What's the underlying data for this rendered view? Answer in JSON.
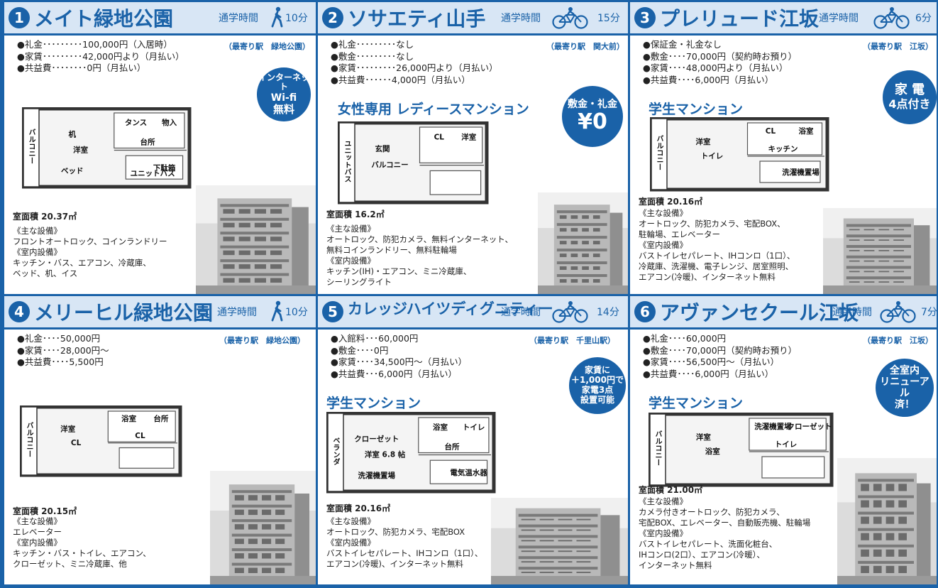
{
  "colors": {
    "accent": "#1a62a8",
    "header_bg": "#d8e6f5"
  },
  "labels": {
    "commute": "通学時間"
  },
  "properties": [
    {
      "num": "1",
      "name": "メイト緑地公園",
      "transport_icon": "walk-icon",
      "time": "10分",
      "station": "（最寄り駅　緑地公園）",
      "facts": [
        "●礼金･････････100,000円（入居時）",
        "●家賃･････････42,000円より（月払い）",
        "●共益費････････0円（月払い）"
      ],
      "badge": [
        "インターネット",
        "Wi-fi",
        "無料"
      ],
      "tag": "",
      "area": "室面積 20.37㎡",
      "equipment": [
        "《主な設備》",
        "フロントオートロック、コインランドリー",
        "《室内設備》",
        "キッチン・バス、エアコン、冷蔵庫、",
        "ベッド、机、イス"
      ],
      "plan_labels": [
        "バルコニー",
        "机",
        "タンス",
        "物入",
        "洋室",
        "台所",
        "下駄箱",
        "ベッド",
        "ユニットバス"
      ]
    },
    {
      "num": "2",
      "name": "ソサエティ山手",
      "transport_icon": "bicycle-icon",
      "time": "15分",
      "station": "（最寄り駅　関大前）",
      "facts": [
        "●礼金･････････なし",
        "●敷金･････････なし",
        "●家賃･････････26,000円より（月払い）",
        "●共益費･･････4,000円（月払い）"
      ],
      "badge": [
        "敷金・礼金",
        "¥0"
      ],
      "tag": "女性専用 レディースマンション",
      "area": "室面積 16.2㎡",
      "equipment": [
        "《主な設備》",
        "オートロック、防犯カメラ、無料インターネット、",
        "無料コインランドリー、無料駐輪場",
        "《室内設備》",
        "キッチン(IH)・エアコン、ミニ冷蔵庫、",
        "シーリングライト"
      ],
      "plan_labels": [
        "ユニットバス",
        "玄関",
        "CL",
        "洋室",
        "バルコニー"
      ]
    },
    {
      "num": "3",
      "name": "プレリュード江坂",
      "transport_icon": "bicycle-icon",
      "time": "6分",
      "station": "（最寄り駅　江坂）",
      "facts": [
        "●保証金・礼金なし",
        "●敷金････70,000円（契約時お預り）",
        "●家賃････48,000円より（月払い）",
        "●共益費････6,000円（月払い）"
      ],
      "badge": [
        "家 電",
        "4点付き"
      ],
      "tag": "学生マンション",
      "area": "室面積 20.16㎡",
      "equipment": [
        "《主な設備》",
        "オートロック、防犯カメラ、宅配BOX、",
        "駐輪場、エレベーター",
        "《室内設備》",
        "バストイレセパレート、IHコンロ（1口）、",
        "冷蔵庫、洗濯機、電子レンジ、居室照明、",
        "エアコン(冷暖)、インターネット無料"
      ],
      "plan_labels": [
        "バルコニー",
        "洋室",
        "CL",
        "浴室",
        "トイレ",
        "キッチン",
        "洗濯機置場"
      ]
    },
    {
      "num": "4",
      "name": "メリーヒル緑地公園",
      "transport_icon": "walk-icon",
      "time": "10分",
      "station": "（最寄り駅　緑地公園）",
      "facts": [
        "●礼金････50,000円",
        "●家賃････28,000円～",
        "●共益費････5,500円"
      ],
      "badge": [],
      "tag": "",
      "area": "室面積 20.15㎡",
      "equipment": [
        "《主な設備》",
        "エレベーター",
        "《室内設備》",
        "キッチン・バス・トイレ、エアコン、",
        "クローゼット、ミニ冷蔵庫、他"
      ],
      "plan_labels": [
        "バルコニー",
        "洋室",
        "浴室",
        "台所",
        "CL",
        "CL"
      ]
    },
    {
      "num": "5",
      "name": "カレッジハイツディグニティー",
      "transport_icon": "bicycle-icon",
      "time": "14分",
      "station": "（最寄り駅　千里山駅）",
      "facts": [
        "●入館料･･･60,000円",
        "●敷金････0円",
        "●家賃････34,500円～（月払い）",
        "●共益費･･･6,000円（月払い）"
      ],
      "badge": [
        "家賃に",
        "＋1,000円で",
        "家電3点",
        "設置可能"
      ],
      "tag": "学生マンション",
      "area": "室面積 20.16㎡",
      "equipment": [
        "《主な設備》",
        "オートロック、防犯カメラ、宅配BOX",
        "《室内設備》",
        "バストイレセパレート、IHコンロ（1口）、",
        "エアコン(冷暖)、インターネット無料"
      ],
      "plan_labels": [
        "ベランダ",
        "クローゼット",
        "浴室",
        "トイレ",
        "洋室 6.8 帖",
        "台所",
        "電気温水器",
        "洗濯機置場"
      ]
    },
    {
      "num": "6",
      "name": "アヴァンセクール江坂",
      "transport_icon": "bicycle-icon",
      "time": "7分",
      "station": "（最寄り駅　江坂）",
      "facts": [
        "●礼金････60,000円",
        "●敷金････70,000円（契約時お預り）",
        "●家賃････56,500円～（月払い）",
        "●共益費････6,000円（月払い）"
      ],
      "badge": [
        "全室内",
        "リニューアル",
        "済！"
      ],
      "tag": "学生マンション",
      "area": "室面積 21.00㎡",
      "equipment": [
        "《主な設備》",
        "カメラ付きオートロック、防犯カメラ、",
        "宅配BOX、エレベーター、自動販売機、駐輪場",
        "《室内設備》",
        "バストイレセパレート、洗面化粧台、",
        "IHコンロ(2口）、エアコン(冷暖）、",
        "インターネット無料"
      ],
      "plan_labels": [
        "バルコニー",
        "洋室",
        "洗濯機置場",
        "クローゼット",
        "浴室",
        "トイレ"
      ]
    }
  ]
}
